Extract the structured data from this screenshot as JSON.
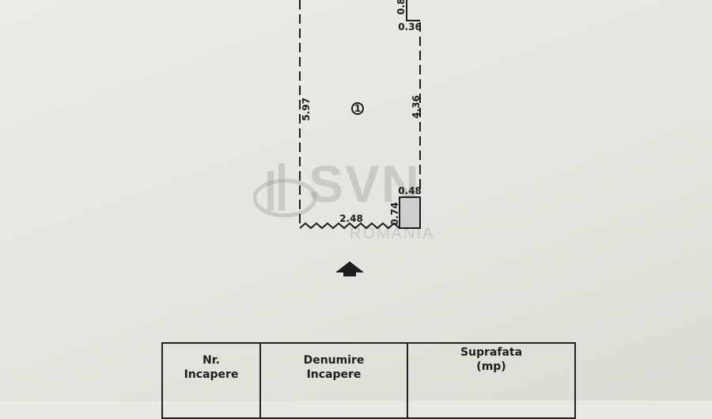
{
  "plan": {
    "room_number": "1",
    "dimensions": {
      "left_wall": "5.97",
      "right_wall": "4.36",
      "top_step": "0.36",
      "top_partial": "0.8",
      "bottom_wall": "2.48",
      "column_width": "0.48",
      "column_height": "0.74"
    },
    "entrance_icon": "arrow-up-icon"
  },
  "watermark": {
    "brand": "SVN",
    "subtitle": "ROMANIA"
  },
  "table": {
    "headers": [
      {
        "line1": "Nr.",
        "line2": "Incapere"
      },
      {
        "line1": "Denumire",
        "line2": "Incapere"
      },
      {
        "line1": "Suprafata",
        "line2": "(mp)"
      }
    ]
  }
}
